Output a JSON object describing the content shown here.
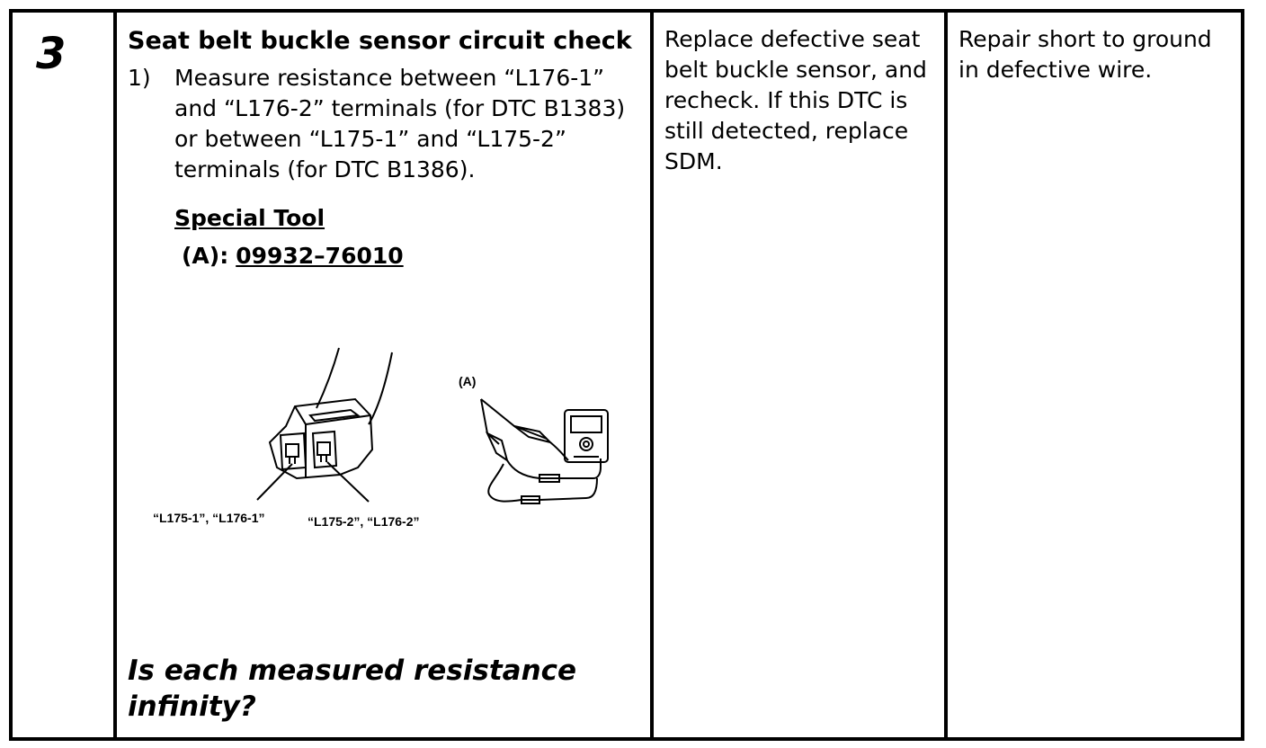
{
  "step": {
    "number": "3"
  },
  "check": {
    "title": "Seat belt buckle sensor circuit check",
    "instruction_number": "1)",
    "instruction_text": "Measure resistance between “L176-1” and “L176-2” terminals (for DTC B1383) or between “L175-1” and “L175-2” terminals (for DTC B1386).",
    "special_tool_heading": "Special Tool",
    "tool_label": "(A):",
    "tool_number": "09932–76010",
    "question": "Is each measured resistance infinity?"
  },
  "figure": {
    "tool_callout": "(A)",
    "terminal_label_1": "“L175-1”, “L176-1”",
    "terminal_label_2": "“L175-2”, “L176-2”",
    "connector_icon": "connector-icon",
    "ohmmeter_icon": "ohmmeter-icon"
  },
  "result_yes": {
    "text": "Replace defective seat belt buckle sensor, and recheck. If this DTC is still detected, replace SDM."
  },
  "result_no": {
    "text": "Repair short to ground in defective wire."
  }
}
